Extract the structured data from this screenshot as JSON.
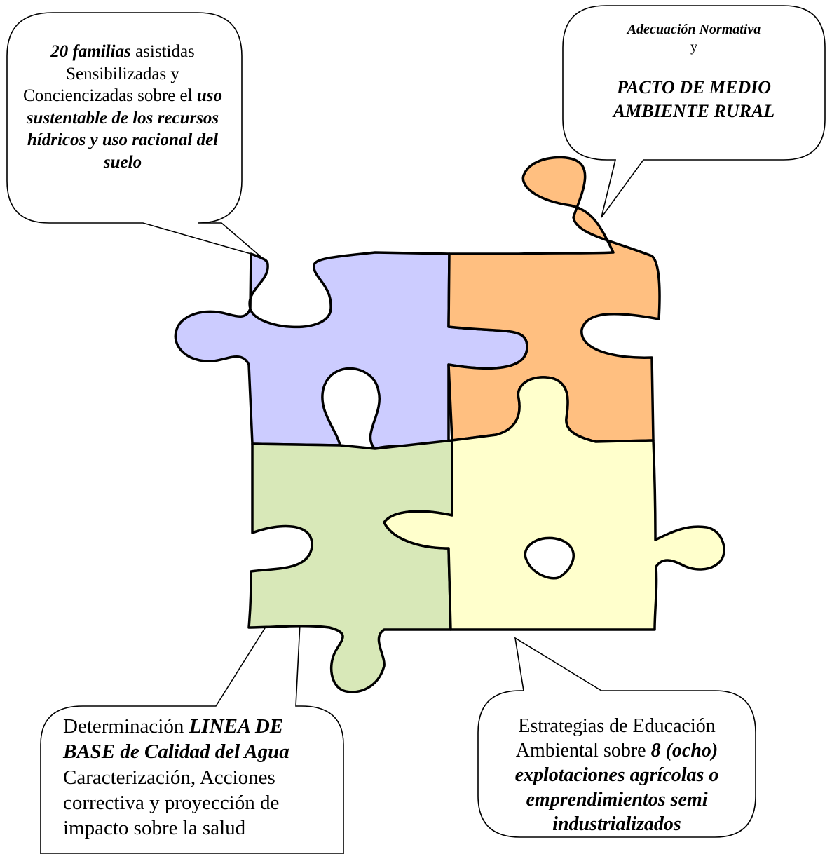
{
  "callouts": {
    "top_left": {
      "bold_lead": "20 familias",
      "plain_1": " asistidas Sensibilizadas y Conciencizadas sobre el ",
      "bold_tail": "uso sustentable de los recursos hídricos y uso racional del suelo"
    },
    "top_right": {
      "line1": "Adecuación Normativa",
      "line2": "y",
      "line3": "PACTO DE MEDIO AMBIENTE RURAL"
    },
    "bottom_left": {
      "plain_1": "Determinación ",
      "bold_1": "LINEA DE BASE de Calidad del Agua",
      "plain_2": " Caracterización, Acciones correctiva y proyección de impacto sobre la salud"
    },
    "bottom_right": {
      "plain_1": "Estrategias de Educación Ambiental sobre ",
      "bold_1": "8 (ocho) explotaciones agrícolas o emprendimientos semi industrializados"
    }
  },
  "colors": {
    "piece_purple": "#ccccff",
    "piece_orange": "#ffbf80",
    "piece_green": "#d8e8b8",
    "piece_yellow": "#ffffcc",
    "outline": "#000000"
  }
}
